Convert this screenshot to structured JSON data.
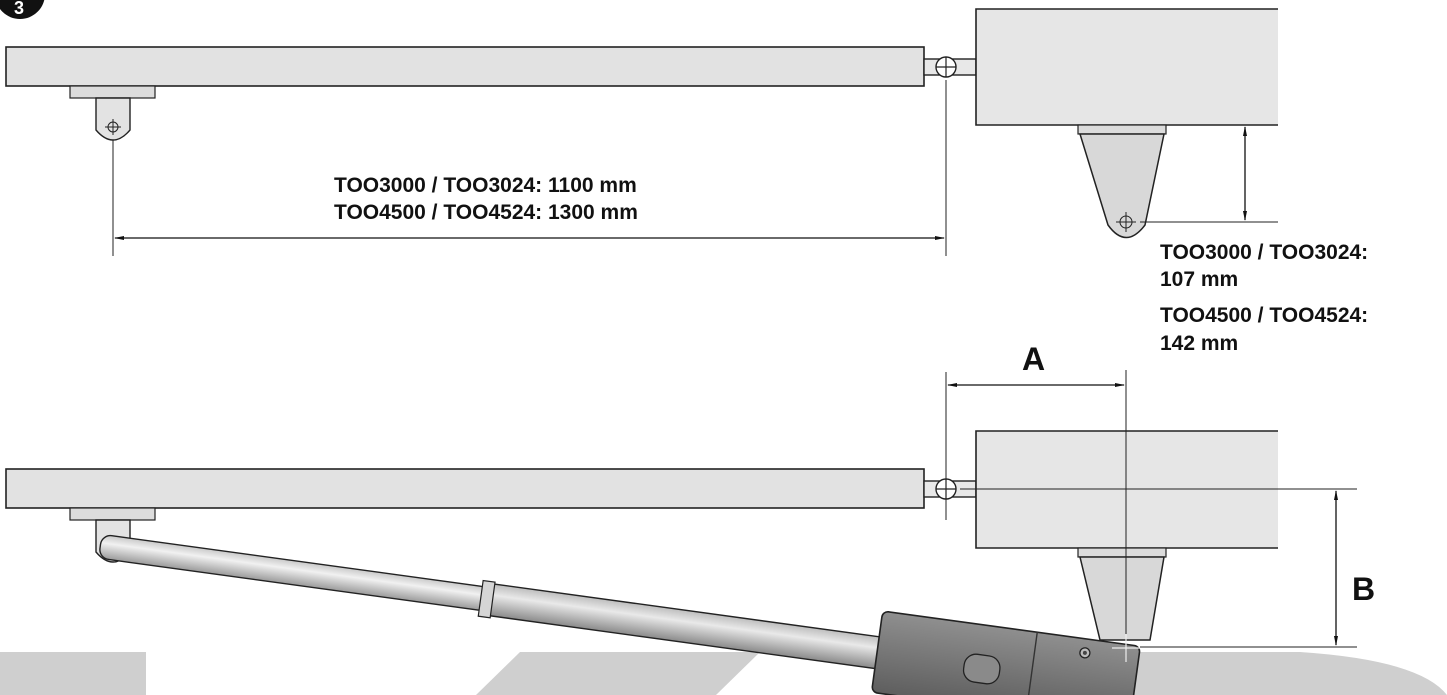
{
  "figure": {
    "step_number": "3",
    "top": {
      "distance_line1": "TOO3000 / TOO3024: 1100 mm",
      "distance_line2": "TOO4500 / TOO4524: 1300 mm",
      "offset_line1": "TOO3000 / TOO3024:",
      "offset_line2": "107 mm",
      "offset_line3": "TOO4500 / TOO4524:",
      "offset_line4": "142 mm"
    },
    "bottom": {
      "label_a": "A",
      "label_b": "B"
    }
  }
}
